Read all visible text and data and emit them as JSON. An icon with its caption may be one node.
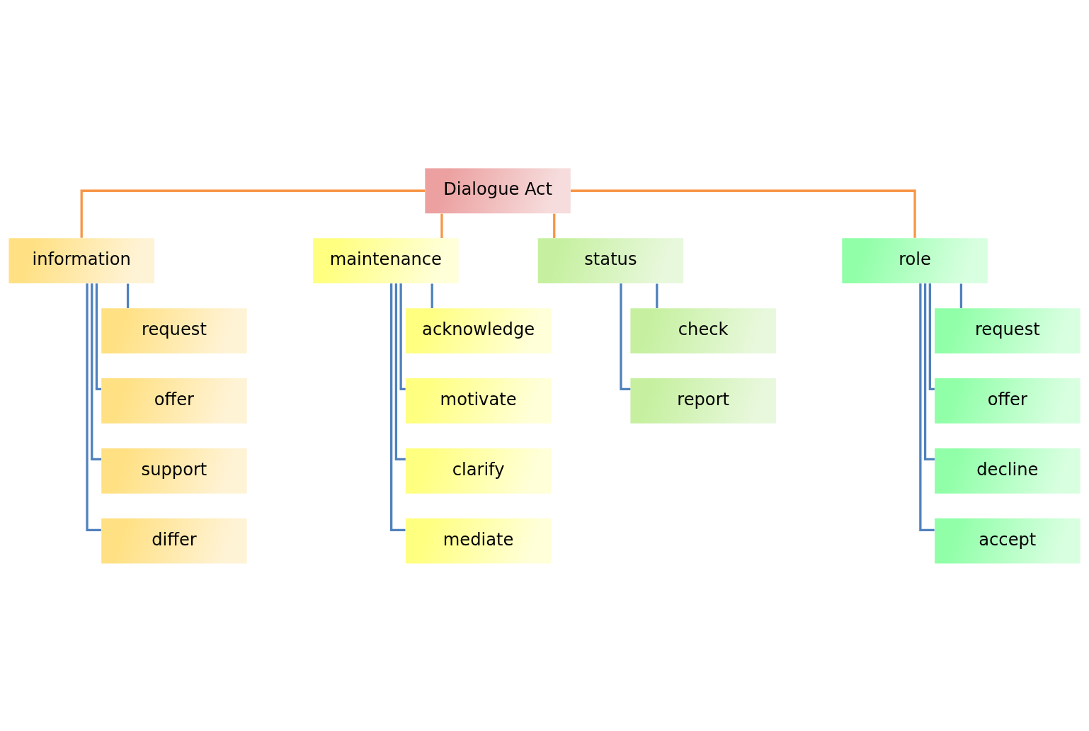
{
  "diagram": {
    "nodes": [
      {
        "text": [
          "Dialogue Act"
        ]
      },
      {
        "text": [
          "information"
        ]
      },
      {
        "text": [
          "maintenance"
        ]
      },
      {
        "text": [
          "status"
        ]
      },
      {
        "text": [
          "role"
        ]
      },
      {
        "text": [
          "request"
        ]
      },
      {
        "text": [
          "offer"
        ]
      },
      {
        "text": [
          "support"
        ]
      },
      {
        "text": [
          "differ"
        ]
      },
      {
        "text": [
          "acknowledge"
        ]
      },
      {
        "text": [
          "motivate"
        ]
      },
      {
        "text": [
          "clarify"
        ]
      },
      {
        "text": [
          "mediate"
        ]
      },
      {
        "text": [
          "check"
        ]
      },
      {
        "text": [
          "report"
        ]
      },
      {
        "text": [
          "request"
        ]
      },
      {
        "text": [
          "offer"
        ]
      },
      {
        "text": [
          "decline"
        ]
      },
      {
        "text": [
          "accept"
        ]
      }
    ],
    "edges": [
      {
        "from": 0,
        "to": 1,
        "arrow": "none",
        "color": "#f79646"
      },
      {
        "from": 0,
        "to": 2,
        "arrow": "none",
        "color": "#f79646"
      },
      {
        "from": 0,
        "to": 3,
        "arrow": "none",
        "color": "#f79646"
      },
      {
        "from": 0,
        "to": 4,
        "arrow": "none",
        "color": "#f79646"
      },
      {
        "from": 1,
        "to": 5,
        "arrow": "none"
      },
      {
        "from": 1,
        "to": 6,
        "arrow": "none"
      },
      {
        "from": 1,
        "to": 7,
        "arrow": "none"
      },
      {
        "from": 1,
        "to": 8,
        "arrow": "none"
      },
      {
        "from": 2,
        "to": 9,
        "arrow": "none"
      },
      {
        "from": 2,
        "to": 10,
        "arrow": "none"
      },
      {
        "from": 2,
        "to": 11,
        "arrow": "none"
      },
      {
        "from": 2,
        "to": 12,
        "arrow": "none"
      },
      {
        "from": 3,
        "to": 13,
        "arrow": "none"
      },
      {
        "from": 3,
        "to": 14,
        "arrow": "none"
      },
      {
        "from": 4,
        "to": 15,
        "arrow": "none"
      },
      {
        "from": 4,
        "to": 16,
        "arrow": "none"
      },
      {
        "from": 4,
        "to": 17,
        "arrow": "none"
      },
      {
        "from": 4,
        "to": 18,
        "arrow": "none"
      }
    ]
  }
}
